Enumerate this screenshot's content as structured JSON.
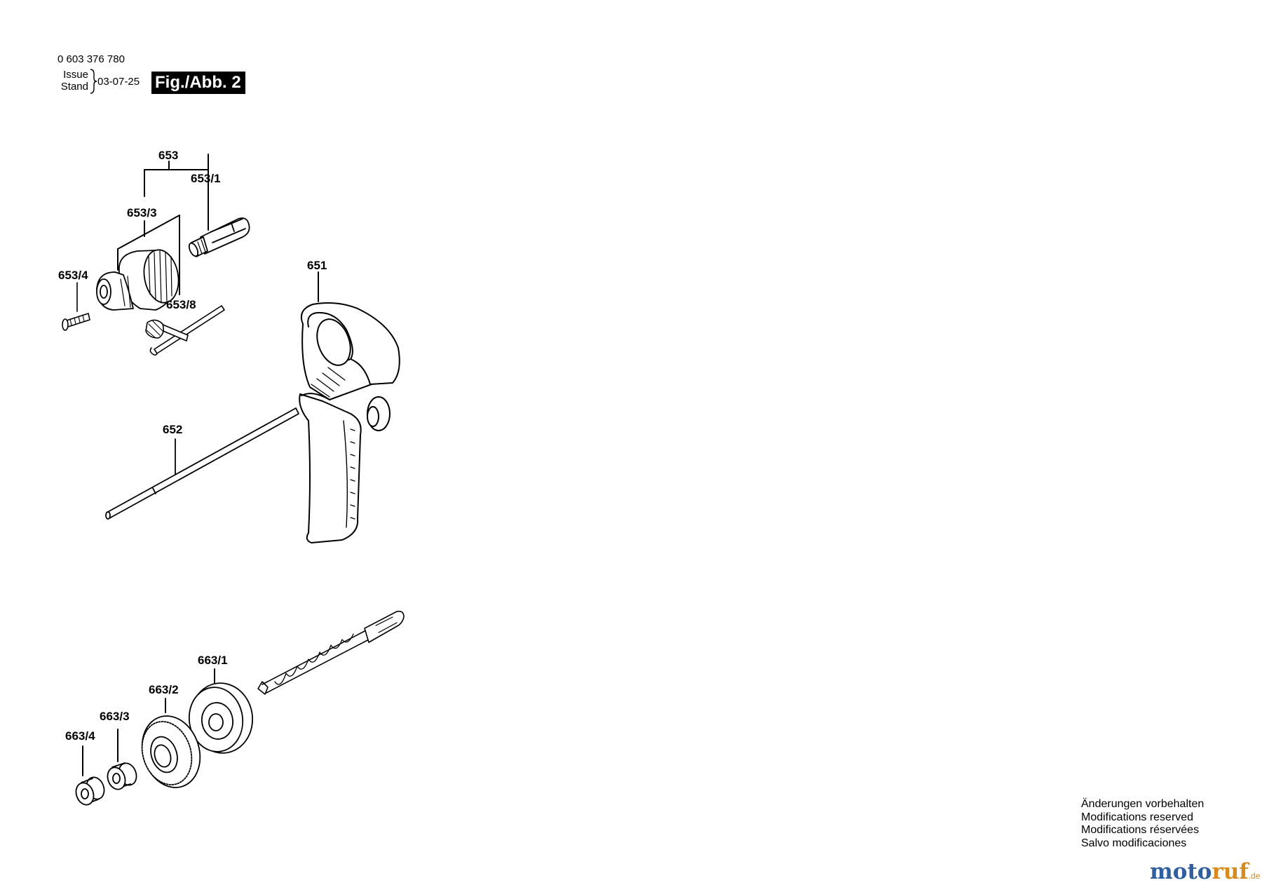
{
  "header": {
    "part_number": "0 603 376 780",
    "issue_label": "Issue",
    "stand_label": "Stand",
    "date": "03-07-25",
    "figure": "Fig./Abb. 2"
  },
  "labels": {
    "l653": "653",
    "l653_1": "653/1",
    "l653_3": "653/3",
    "l653_4": "653/4",
    "l653_8": "653/8",
    "l651": "651",
    "l652": "652",
    "l663_1": "663/1",
    "l663_2": "663/2",
    "l663_3": "663/3",
    "l663_4": "663/4"
  },
  "notice": {
    "de": "Änderungen vorbehalten",
    "en": "Modifications reserved",
    "fr": "Modifications réservées",
    "es": "Salvo modificaciones"
  },
  "watermark": {
    "text_blue_1": "moto",
    "text_orange": "ruf",
    "suffix": ".de",
    "colors": {
      "blue": "#2f5f9e",
      "orange": "#d98a1c"
    }
  }
}
